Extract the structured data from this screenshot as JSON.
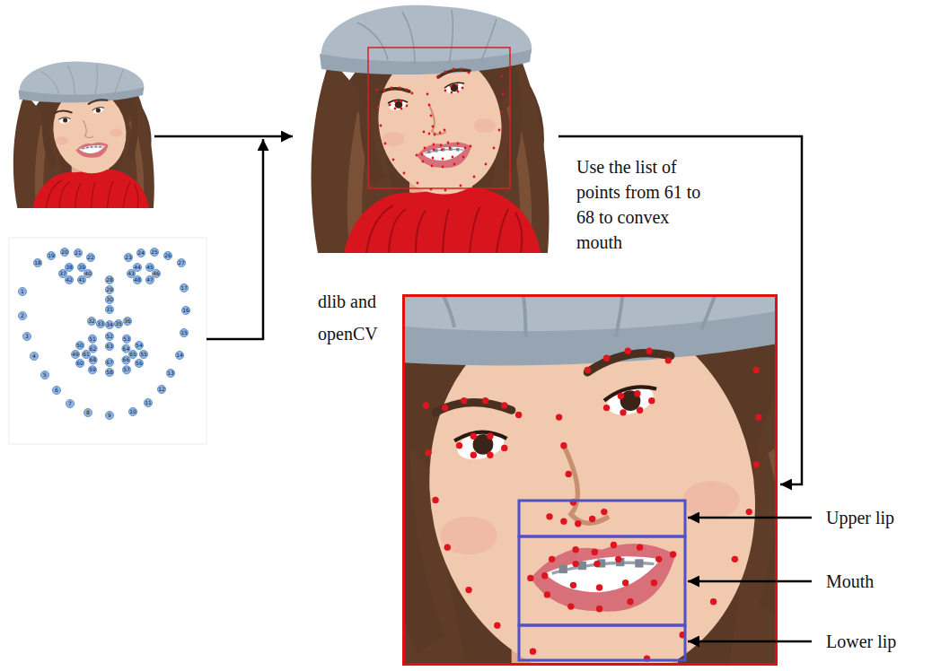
{
  "diagram": {
    "labels": [
      "dlib and openCV",
      "Use the list of points from 61 to 68 to convex mouth",
      "Upper lip",
      "Mouth",
      "Lower lip",
      "1",
      "2",
      "3",
      "4",
      "5",
      "6",
      "7",
      "8",
      "9",
      "10",
      "11",
      "12",
      "13",
      "14",
      "15",
      "16",
      "17",
      "18",
      "19",
      "20",
      "21",
      "22",
      "23",
      "24",
      "25",
      "26",
      "27",
      "28",
      "29",
      "30",
      "31",
      "32",
      "33",
      "34",
      "35",
      "36",
      "37",
      "38",
      "39",
      "40",
      "41",
      "42",
      "43",
      "44",
      "45",
      "46",
      "47",
      "48",
      "49",
      "50",
      "51",
      "52",
      "53",
      "54",
      "55",
      "56",
      "57",
      "58",
      "59",
      "60",
      "61",
      "62",
      "63",
      "64",
      "65",
      "66",
      "67",
      "68"
    ]
  }
}
